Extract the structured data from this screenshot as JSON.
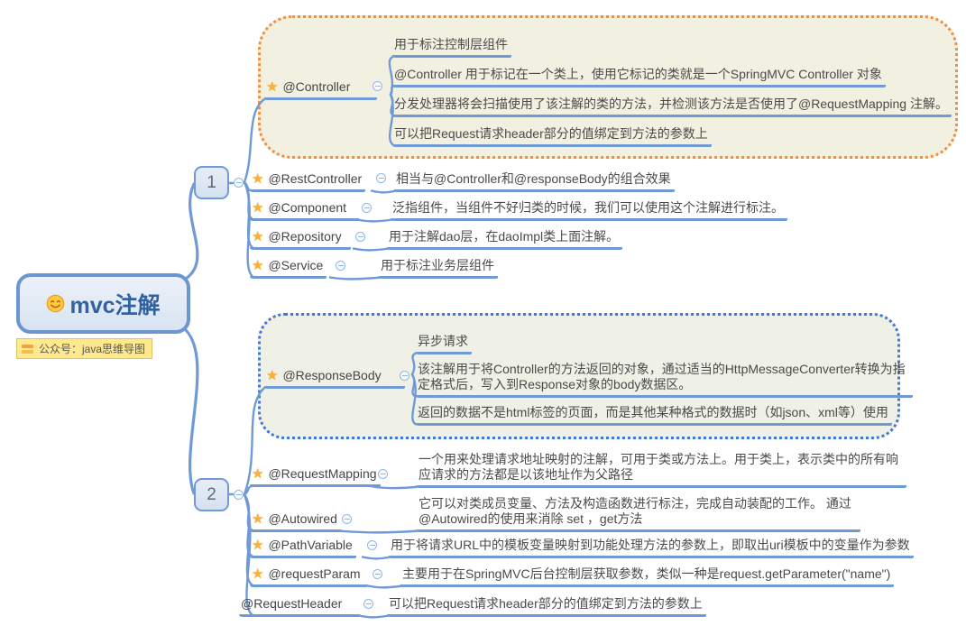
{
  "colors": {
    "line": "#6F9AD6",
    "text": "#4A4A4A",
    "star": "#FBB03B",
    "root_border": "#6C96CF",
    "root_text": "#31629F",
    "cloud1_border": "#EF8F44",
    "cloud1_fill": "#F2F1E1",
    "cloud2_border": "#4476D4",
    "cloud2_fill": "#EFF1E6",
    "tag_fill": "#FFE98F",
    "tag_border": "#D9C468"
  },
  "icons": {
    "star": "★"
  },
  "root": {
    "title": "mvc注解",
    "tag": "公众号：java思维导图"
  },
  "branch1": {
    "id": "1",
    "controller": {
      "label": "@Controller",
      "notes": [
        "用于标注控制层组件",
        "@Controller 用于标记在一个类上，使用它标记的类就是一个SpringMVC Controller 对象",
        "分发处理器将会扫描使用了该注解的类的方法，并检测该方法是否使用了@RequestMapping 注解。",
        "可以把Request请求header部分的值绑定到方法的参数上"
      ]
    },
    "restController": {
      "label": "@RestController",
      "note": "相当与@Controller和@responseBody的组合效果"
    },
    "component": {
      "label": "@Component",
      "note": "泛指组件，当组件不好归类的时候，我们可以使用这个注解进行标注。"
    },
    "repository": {
      "label": "@Repository",
      "note": "用于注解dao层，在daoImpl类上面注解。"
    },
    "service": {
      "label": "@Service",
      "note": "用于标注业务层组件"
    }
  },
  "branch2": {
    "id": "2",
    "responseBody": {
      "label": "@ResponseBody",
      "notes": [
        "异步请求",
        "该注解用于将Controller的方法返回的对象，通过适当的HttpMessageConverter转换为指定格式后，写入到Response对象的body数据区。",
        "返回的数据不是html标签的页面，而是其他某种格式的数据时（如json、xml等）使用"
      ]
    },
    "requestMapping": {
      "label": "@RequestMapping",
      "note": "一个用来处理请求地址映射的注解，可用于类或方法上。用于类上，表示类中的所有响应请求的方法都是以该地址作为父路径"
    },
    "autowired": {
      "label": "@Autowired",
      "note": "它可以对类成员变量、方法及构造函数进行标注，完成自动装配的工作。 通过@Autowired的使用来消除 set ，get方法"
    },
    "pathVariable": {
      "label": "@PathVariable",
      "note": "用于将请求URL中的模板变量映射到功能处理方法的参数上，即取出uri模板中的变量作为参数"
    },
    "requestParam": {
      "label": "@requestParam",
      "note": "主要用于在SpringMVC后台控制层获取参数，类似一种是request.getParameter(\"name\")"
    },
    "requestHeader": {
      "label": "@RequestHeader",
      "note": "可以把Request请求header部分的值绑定到方法的参数上"
    }
  }
}
